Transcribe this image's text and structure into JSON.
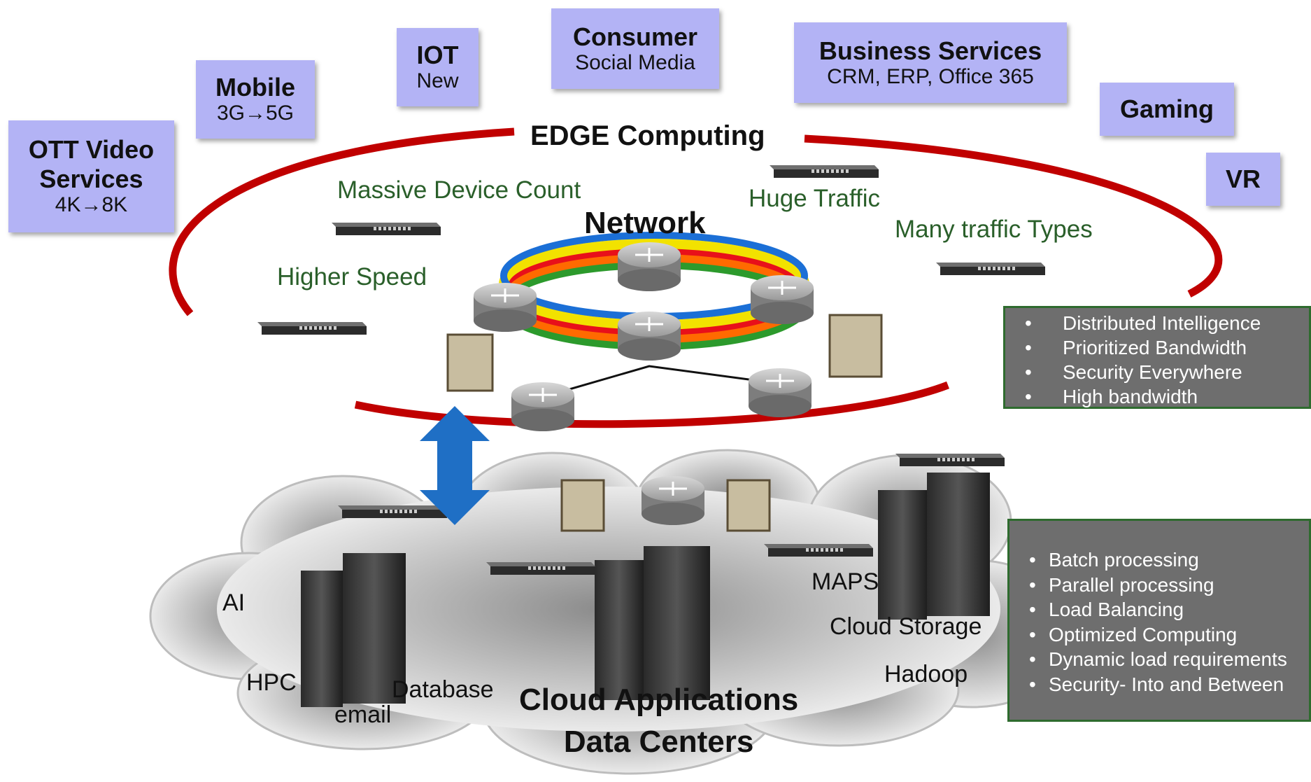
{
  "tags": [
    {
      "title": "OTT Video Services",
      "sub": "4K→8K"
    },
    {
      "title": "Mobile",
      "sub": "3G→5G"
    },
    {
      "title": "IOT",
      "sub": "New"
    },
    {
      "title": "Consumer",
      "sub": "Social Media"
    },
    {
      "title": "Business Services",
      "sub": "CRM, ERP, Office 365"
    },
    {
      "title": "Gaming",
      "sub": ""
    },
    {
      "title": "VR",
      "sub": ""
    }
  ],
  "edge": {
    "title": "EDGE Computing",
    "network": "Network",
    "labels": [
      "Massive Device Count",
      "Huge Traffic",
      "Many traffic Types",
      "Higher Speed"
    ]
  },
  "edge_features": [
    "Distributed Intelligence",
    "Prioritized Bandwidth",
    "Security Everywhere",
    "High bandwidth"
  ],
  "cloud": {
    "title_line1": "Cloud Applications",
    "title_line2": "Data Centers",
    "apps": [
      "AI",
      "HPC",
      "email",
      "Database",
      "MAPS",
      "Cloud Storage",
      "Hadoop"
    ]
  },
  "cloud_features": [
    "Batch processing",
    "Parallel processing",
    "Load Balancing",
    "Optimized Computing",
    "Dynamic  load requirements",
    "Security- Into and Between"
  ],
  "colors": {
    "tag_fill": "#b3b3f5",
    "edge_ring": "#c00000",
    "box_fill": "#6e6e6e",
    "box_border": "#2e6b2e",
    "arrow": "#1f6fc5",
    "label_green": "#2a5f2a"
  }
}
